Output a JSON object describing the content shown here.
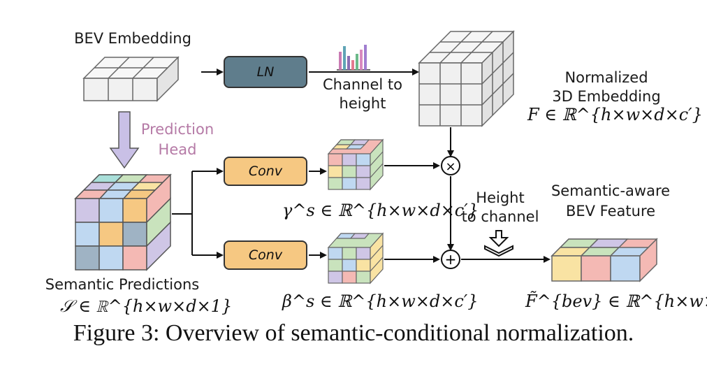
{
  "labels": {
    "bev_embedding": "BEV Embedding",
    "normalized_line1": "Normalized",
    "normalized_line2": "3D Embedding",
    "channel_to_height_1": "Channel to",
    "channel_to_height_2": "height",
    "prediction_head_1": "Prediction",
    "prediction_head_2": "Head",
    "height_to_channel_1": "Height",
    "height_to_channel_2": "to channel",
    "semantic_aware_1": "Semantic-aware",
    "semantic_aware_2": "BEV Feature",
    "semantic_predictions": "Semantic Predictions"
  },
  "blocks": {
    "ln": "LN",
    "conv_top": "Conv",
    "conv_bottom": "Conv"
  },
  "math": {
    "F": "F ∈ ℝ^{h×w×d×c′}",
    "gamma": "γ^s ∈ ℝ^{h×w×d×c′}",
    "beta": "β^s ∈ ℝ^{h×w×d×c′}",
    "S": "𝒮 ∈ ℝ^{h×w×d×1}",
    "Fbev": "F̃^{bev} ∈ ℝ^{h×w×c}"
  },
  "operators": {
    "multiply": "×",
    "add": "+"
  },
  "caption": "Figure 3: Overview of semantic-conditional normalization.",
  "colors": {
    "ln_fill": "#5f7d8c",
    "conv_fill": "#f6c882",
    "prediction_arrow": "#c9c0e6",
    "purple_text": "#b57aa6",
    "sem_yellow": "#f9e3a3",
    "sem_red": "#f4b9b4",
    "sem_blue": "#bfd8f1",
    "sem_green": "#c9e3bd",
    "sem_purple": "#cfc6e6"
  }
}
